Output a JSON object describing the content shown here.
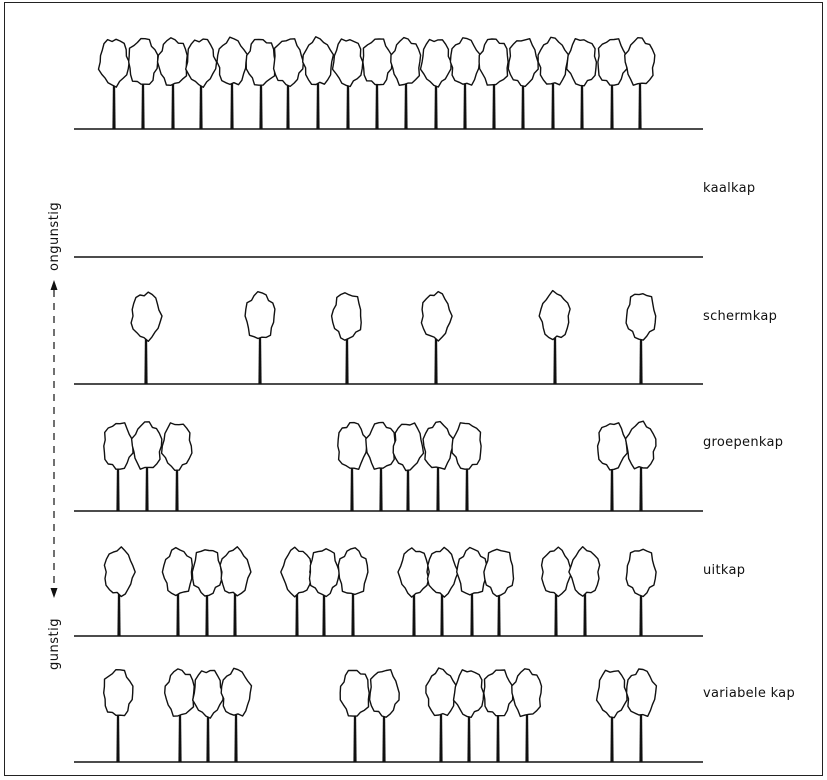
{
  "axis": {
    "top_label": "ongunstig",
    "bottom_label": "gunstig"
  },
  "rows": [
    {
      "id": "initial",
      "label": ""
    },
    {
      "id": "kaalkap",
      "label": "kaalkap"
    },
    {
      "id": "schermkap",
      "label": "schermkap"
    },
    {
      "id": "groepenkap",
      "label": "groepenkap"
    },
    {
      "id": "uitkap",
      "label": "uitkap"
    },
    {
      "id": "variabele-kap",
      "label": "variabele kap"
    }
  ],
  "colors": {
    "ink": "#111111",
    "background": "#ffffff"
  }
}
